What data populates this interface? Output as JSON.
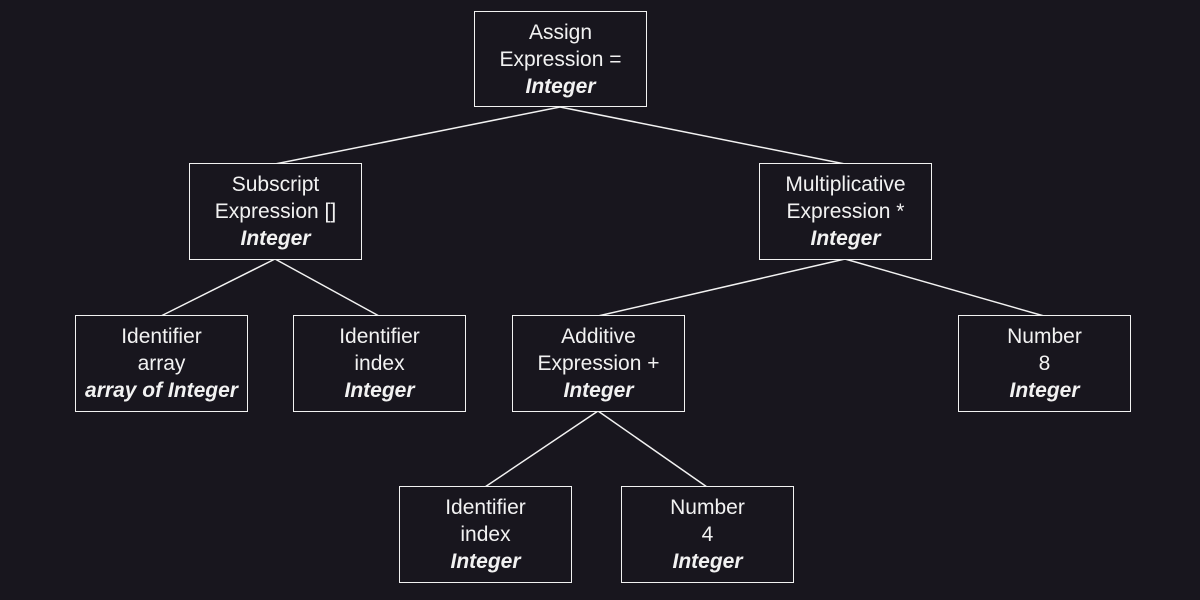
{
  "colors": {
    "background": "#18161e",
    "foreground": "#f2f2f2"
  },
  "tree": {
    "root": {
      "line1": "Assign",
      "line2": "Expression =",
      "type": "Integer"
    },
    "subscript": {
      "line1": "Subscript",
      "line2": "Expression []",
      "type": "Integer"
    },
    "multiplicative": {
      "line1": "Multiplicative",
      "line2": "Expression *",
      "type": "Integer"
    },
    "identifier_array": {
      "line1": "Identifier",
      "line2": "array",
      "type": "array of Integer"
    },
    "identifier_index_1": {
      "line1": "Identifier",
      "line2": "index",
      "type": "Integer"
    },
    "additive": {
      "line1": "Additive",
      "line2": "Expression +",
      "type": "Integer"
    },
    "number_8": {
      "line1": "Number",
      "line2": "8",
      "type": "Integer"
    },
    "identifier_index_2": {
      "line1": "Identifier",
      "line2": "index",
      "type": "Integer"
    },
    "number_4": {
      "line1": "Number",
      "line2": "4",
      "type": "Integer"
    }
  }
}
